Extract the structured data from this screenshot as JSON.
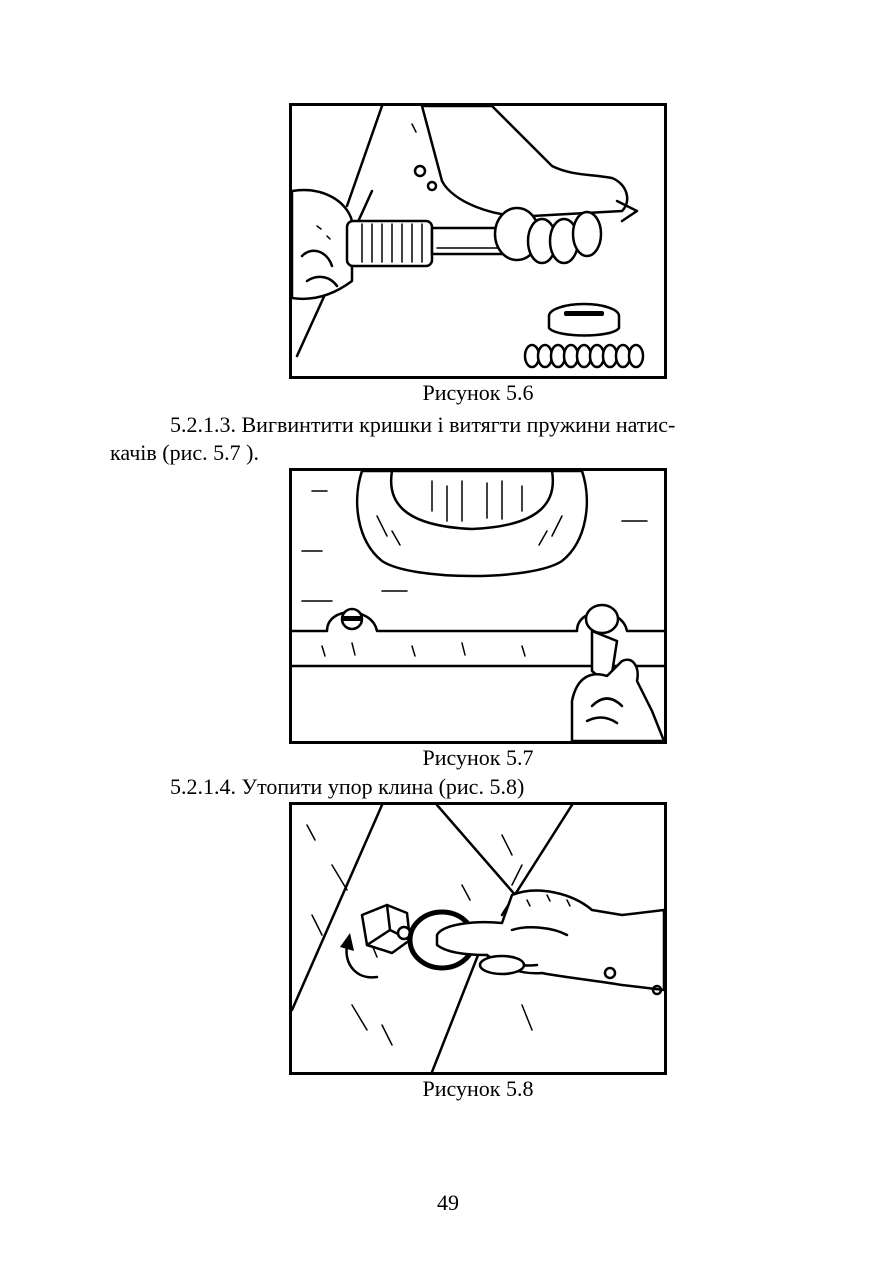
{
  "figures": [
    {
      "caption": "Рисунок 5.6"
    },
    {
      "caption": "Рисунок 5.7"
    },
    {
      "caption": "Рисунок 5.8"
    }
  ],
  "paragraphs": {
    "p1_line1": "5.2.1.3. Вигвинтити кришки і витягти пружини натис-",
    "p1_line2": "качів (рис. 5.7 ).",
    "p2": "5.2.1.4. Утопити упор клина (рис. 5.8)"
  },
  "page_number": "49"
}
